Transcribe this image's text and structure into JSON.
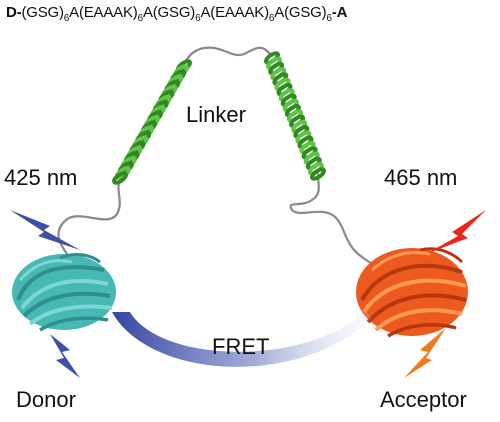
{
  "sequence": {
    "parts": [
      {
        "t": "D-",
        "b": true
      },
      {
        "t": "(GSG)"
      },
      {
        "s": "6"
      },
      {
        "t": "A(EAAAK)"
      },
      {
        "s": "6"
      },
      {
        "t": "A(GSG)"
      },
      {
        "s": "6"
      },
      {
        "t": "A(EAAAK)"
      },
      {
        "s": "6"
      },
      {
        "t": "A(GSG)"
      },
      {
        "s": "6"
      },
      {
        "t": "-A",
        "b": true
      }
    ]
  },
  "labels": {
    "linker": "Linker",
    "donor_wavelength": "425 nm",
    "acceptor_wavelength": "465 nm",
    "fret": "FRET",
    "donor": "Donor",
    "acceptor": "Acceptor"
  },
  "colors": {
    "donor_protein": "#3fb8b4",
    "acceptor_protein": "#e8521c",
    "helix": "#3a9a2a",
    "linker_coil": "#8a8a8a",
    "donor_bolt": "#3d4fa8",
    "acceptor_bolt_top": "#e8281c",
    "acceptor_bolt_bottom": "#f07b1c",
    "fret_arrow": "#4758b0"
  }
}
